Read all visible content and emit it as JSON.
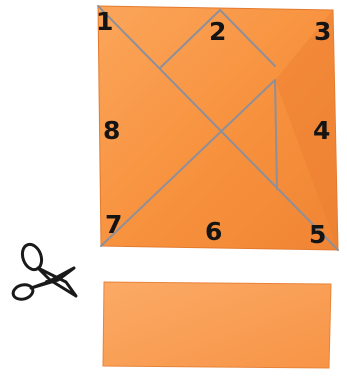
{
  "square_labels": [
    "1",
    "2",
    "3",
    "4",
    "5",
    "6",
    "7",
    "8"
  ],
  "colors": {
    "paper": "#f7923f",
    "paper_light": "#fbab62",
    "paper_shadow": "#e9782b",
    "crease": "#8f8f99",
    "label": "#141414",
    "scissors": "#1a1a1a"
  },
  "icons": {
    "scissors": "scissors-icon"
  }
}
